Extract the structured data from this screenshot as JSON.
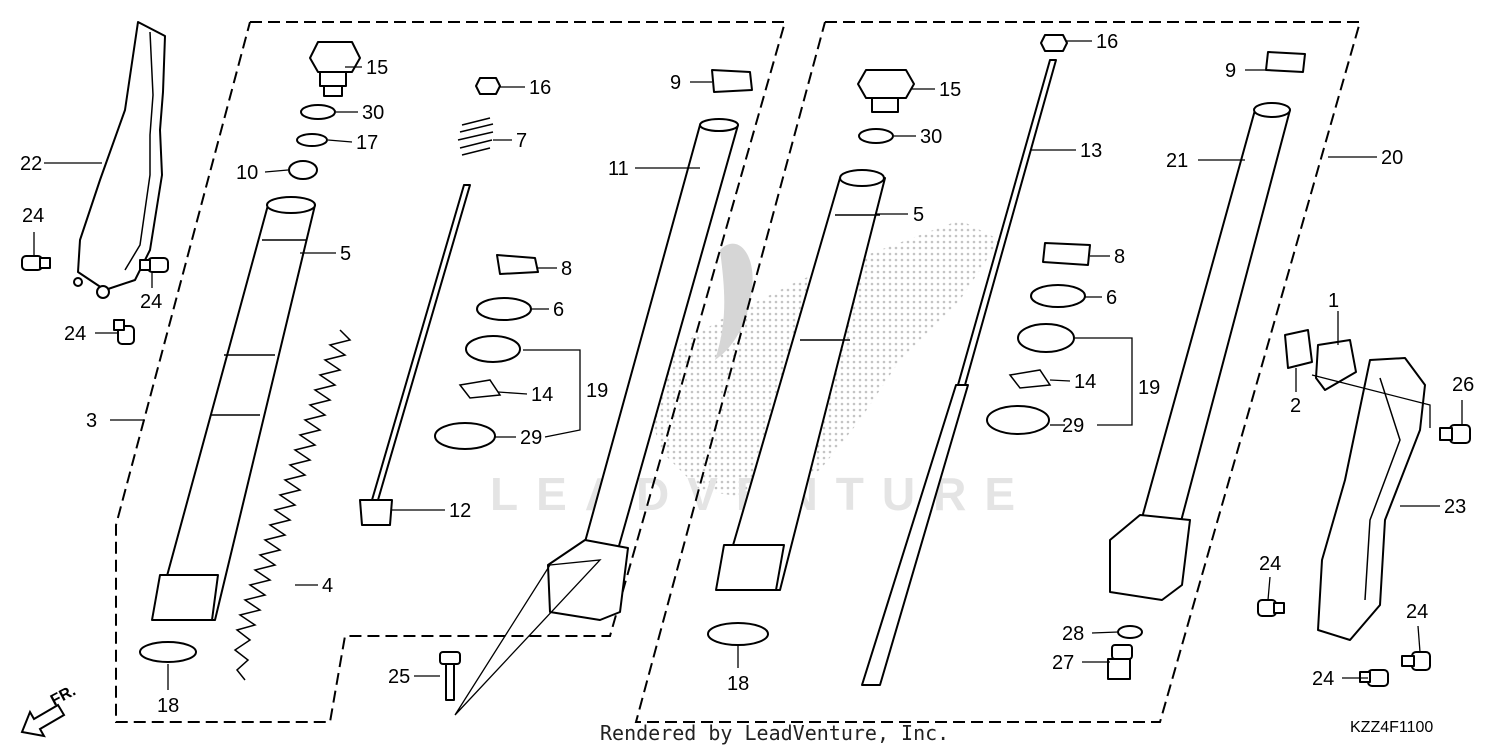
{
  "diagram": {
    "watermark_text": "LEADVENTURE",
    "footer_text": "Rendered by LeadVenture, Inc.",
    "diagram_code": "KZZ4F1100",
    "direction_label": "FR.",
    "callouts": {
      "c1": "1",
      "c2": "2",
      "c3": "3",
      "c4": "4",
      "c5a": "5",
      "c5b": "5",
      "c6a": "6",
      "c6b": "6",
      "c7": "7",
      "c8a": "8",
      "c8b": "8",
      "c9a": "9",
      "c9b": "9",
      "c10": "10",
      "c11": "11",
      "c12": "12",
      "c13": "13",
      "c14a": "14",
      "c14b": "14",
      "c15a": "15",
      "c15b": "15",
      "c16a": "16",
      "c16b": "16",
      "c17": "17",
      "c18a": "18",
      "c18b": "18",
      "c19a": "19",
      "c19b": "19",
      "c20": "20",
      "c21": "21",
      "c22": "22",
      "c23": "23",
      "c24a": "24",
      "c24b": "24",
      "c24c": "24",
      "c24d": "24",
      "c24e": "24",
      "c24f": "24",
      "c25": "25",
      "c26": "26",
      "c27": "27",
      "c28": "28",
      "c29a": "29",
      "c29b": "29",
      "c30a": "30",
      "c30b": "30"
    }
  }
}
